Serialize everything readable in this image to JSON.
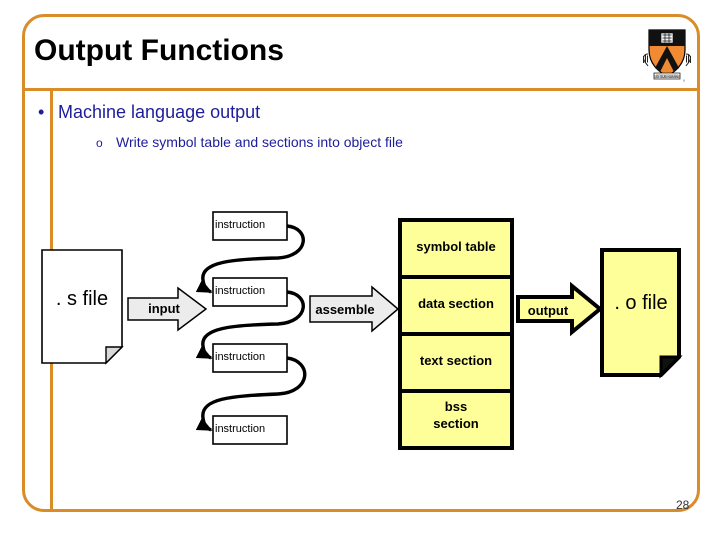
{
  "slide": {
    "title": "Output Functions",
    "page_number": "28",
    "accent_color": "#d98c27",
    "bullet_color": "#1d1d9c",
    "logo_name": "princeton-shield-logo"
  },
  "bullets": [
    {
      "marker": "•",
      "text": "Machine language output",
      "level": 1
    },
    {
      "marker": "o",
      "text": "Write symbol table and sections into object file",
      "level": 2
    }
  ],
  "diagram": {
    "source_file": {
      "label": ". s file",
      "fill": "#ffffff"
    },
    "input_arrow": {
      "label": "input",
      "fill": "#e8e8e8"
    },
    "instructions": [
      {
        "label": "instruction"
      },
      {
        "label": "instruction"
      },
      {
        "label": "instruction"
      },
      {
        "label": "instruction"
      }
    ],
    "assemble_arrow": {
      "label": "assemble",
      "fill": "#e8e8e8"
    },
    "sections": [
      {
        "label": "symbol table",
        "fill": "#ffff99"
      },
      {
        "label": "data section",
        "fill": "#ffff99"
      },
      {
        "label": "text section",
        "fill": "#ffff99"
      },
      {
        "label": "bss section",
        "line1": "bss",
        "line2": "section",
        "fill": "#ffff99"
      }
    ],
    "output_arrow": {
      "label": "output",
      "fill": "#ffff99"
    },
    "object_file": {
      "label": ". o file",
      "fill": "#ffff99"
    }
  }
}
